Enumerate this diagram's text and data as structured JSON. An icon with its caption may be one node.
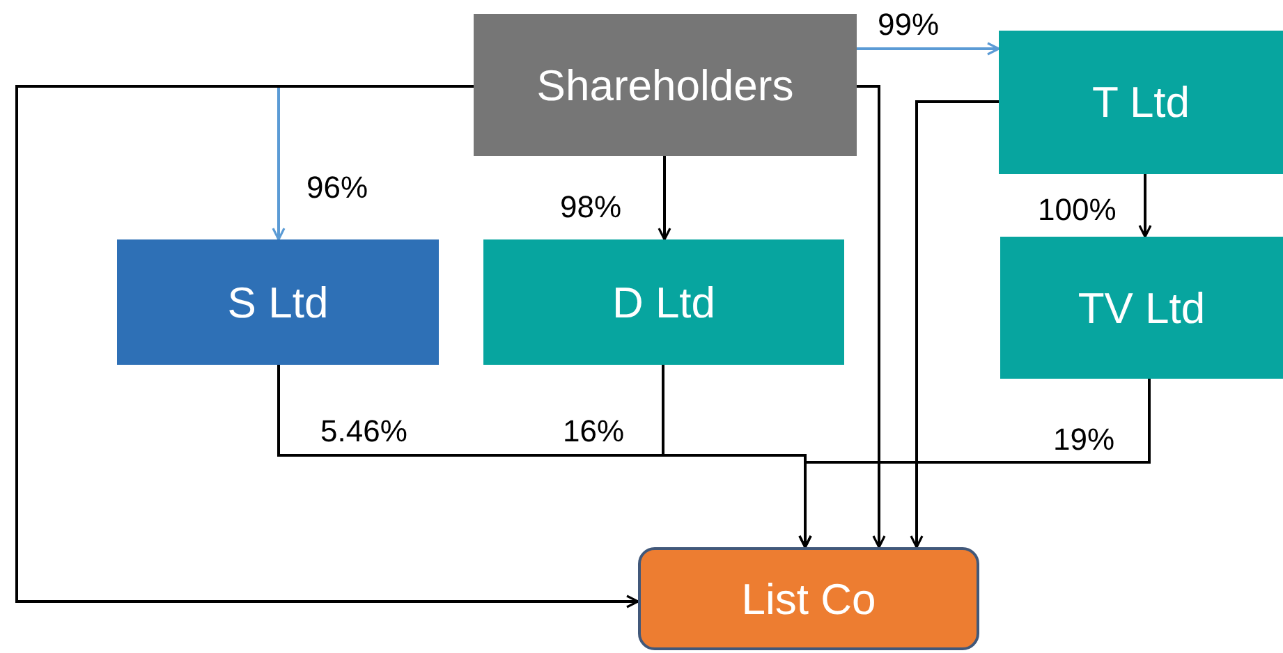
{
  "diagram": {
    "nodes": [
      {
        "text": [
          "Shareholders"
        ]
      },
      {
        "text": [
          "T Ltd"
        ]
      },
      {
        "text": [
          "S Ltd"
        ]
      },
      {
        "text": [
          "D Ltd"
        ]
      },
      {
        "text": [
          "TV Ltd"
        ]
      },
      {
        "text": [
          "List Co"
        ]
      }
    ],
    "edges": [
      {
        "from": 0,
        "to": 1,
        "arrow": "to",
        "label": "99%",
        "color": "#5b9bd5"
      },
      {
        "from": 0,
        "to": 2,
        "arrow": "to",
        "label": "96%",
        "color": "#5b9bd5"
      },
      {
        "from": 0,
        "to": 3,
        "arrow": "to",
        "label": "98%"
      },
      {
        "from": 1,
        "to": 4,
        "arrow": "to",
        "label": "100%"
      },
      {
        "from": 2,
        "to": 5,
        "arrow": "to",
        "label": "5.46%"
      },
      {
        "from": 3,
        "to": 5,
        "arrow": "to",
        "label": "16%"
      },
      {
        "from": 4,
        "to": 5,
        "arrow": "to",
        "label": "19%"
      },
      {
        "from": 0,
        "to": 5,
        "arrow": "to"
      },
      {
        "from": 0,
        "to": 5,
        "arrow": "to"
      },
      {
        "from": 1,
        "to": 5,
        "arrow": "to"
      }
    ]
  }
}
